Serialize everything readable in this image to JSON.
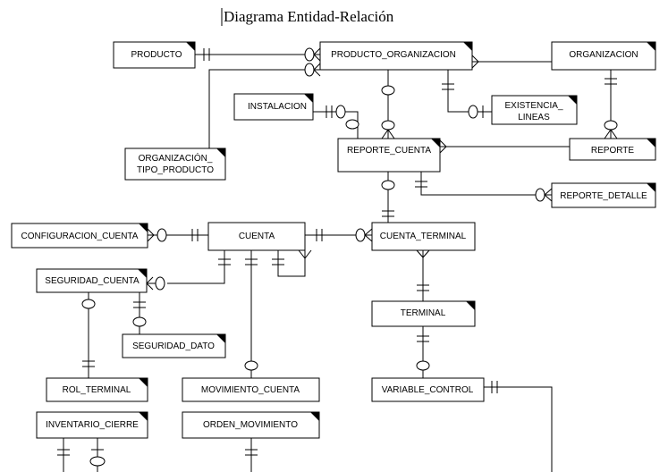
{
  "title": "Diagrama Entidad-Relación",
  "entities": {
    "producto": "PRODUCTO",
    "producto_organizacion": "PRODUCTO_ORGANIZACION",
    "organizacion": "ORGANIZACION",
    "instalacion": "INSTALACION",
    "existencia_1": "EXISTENCIA_",
    "existencia_2": "LINEAS",
    "org_tipo_1": "ORGANIZACIÓN_",
    "org_tipo_2": "TIPO_PRODUCTO",
    "reporte_cuenta": "REPORTE_CUENTA",
    "reporte": "REPORTE",
    "reporte_detalle": "REPORTE_DETALLE",
    "configuracion_cuenta": "CONFIGURACION_CUENTA",
    "cuenta": "CUENTA",
    "cuenta_terminal": "CUENTA_TERMINAL",
    "seguridad_cuenta": "SEGURIDAD_CUENTA",
    "terminal": "TERMINAL",
    "seguridad_dato": "SEGURIDAD_DATO",
    "rol_terminal": "ROL_TERMINAL",
    "movimiento_cuenta": "MOVIMIENTO_CUENTA",
    "variable_control": "VARIABLE_CONTROL",
    "inventario_cierre": "INVENTARIO_CIERRE",
    "orden_movimiento": "ORDEN_MOVIMIENTO"
  }
}
